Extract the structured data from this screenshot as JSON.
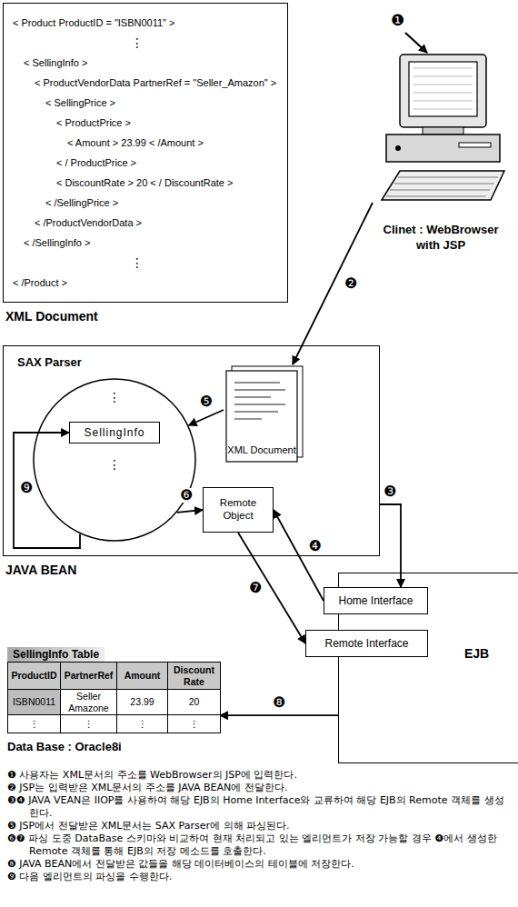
{
  "diagram": {
    "nodes": [
      {
        "text": [
          "< Product ProductID = \"ISBN0011\" >",
          "⋮",
          "< SellingInfo >",
          "< ProductVendorData PartnerRef = \"Seller_Amazon\" >",
          "< SellingPrice >",
          "< ProductPrice >",
          "< Amount > 23.99 < /Amount >",
          "< / ProductPrice >",
          "< DiscountRate > 20 < / DiscountRate >",
          "< /SellingPrice >",
          "< /ProductVendorData >",
          "< /SellingInfo >",
          "⋮",
          "< /Product >",
          "XML Document"
        ]
      },
      {
        "text": [
          "Clinet : WebBrowser with JSP"
        ]
      },
      {
        "text": [
          "JAVA BEAN"
        ]
      },
      {
        "text": [
          "SAX Parser",
          "⋮",
          "⋮"
        ],
        "in": 2
      },
      {
        "text": [
          "SellingInfo"
        ],
        "in": 3
      },
      {
        "text": [
          "XML Document"
        ],
        "in": 2
      },
      {
        "text": [
          "Remote Object"
        ],
        "in": 2
      },
      {
        "text": [
          "EJB"
        ]
      },
      {
        "text": [
          "Home Interface"
        ],
        "in": 7
      },
      {
        "text": [
          "Remote Interface"
        ],
        "in": 7
      },
      {
        "text": [
          "SellingInfo Table",
          "Data Base : Oracle8i"
        ]
      }
    ],
    "edges": [
      {
        "from": 1,
        "to": 5,
        "label": "❷",
        "arrow": "to"
      },
      {
        "from": 2,
        "to": 8,
        "label": "❸",
        "arrow": "to"
      },
      {
        "from": 8,
        "to": 6,
        "label": "❹",
        "arrow": "to"
      },
      {
        "from": 5,
        "to": 3,
        "label": "❺",
        "arrow": "to"
      },
      {
        "from": 3,
        "to": 6,
        "label": "❻",
        "arrow": "to"
      },
      {
        "from": 6,
        "to": 9,
        "label": "❼",
        "arrow": "to"
      },
      {
        "from": 7,
        "to": 10,
        "label": "❽",
        "arrow": "to"
      },
      {
        "from": 3,
        "to": 4,
        "label": "❾",
        "arrow": "to"
      }
    ],
    "labels": [
      "❶",
      "ProductID",
      "PartnerRef",
      "Amount",
      "Discount Rate",
      "ISBN0011",
      "Seller Amazone",
      "23.99",
      "20",
      "⋮",
      "⋮",
      "⋮",
      "⋮",
      "❶ 사용자는 XML문서의 주소를 WebBrowser의 JSP에 입력한다.",
      "❷ JSP는 입력받은 XML문서의 주소를 JAVA BEAN에 전달한다.",
      "❸❹ JAVA VEAN은 IIOP를 사용하여 해당 EJB의 Home Interface와 교류하여 해당 EJB의 Remote 객체를 생성한다.",
      "❺ JSP에서 전달받은 XML문서는 SAX Parser에 의해 파싱된다.",
      "❻❼ 파싱 도중 DataBase 스키마와 비교하여 현재 처리되고 있는 엘리먼트가 저장 가능할 경우 ❹에서 생성한 Remote 객체를 통해 EJB의 저장 메소드를 호출한다.",
      "❽ JAVA BEAN에서 전달받은 값들을 해당 데이터베이스의 테이블에 저장한다.",
      "❾ 다음 엘리먼트의 파싱을 수행한다."
    ]
  }
}
